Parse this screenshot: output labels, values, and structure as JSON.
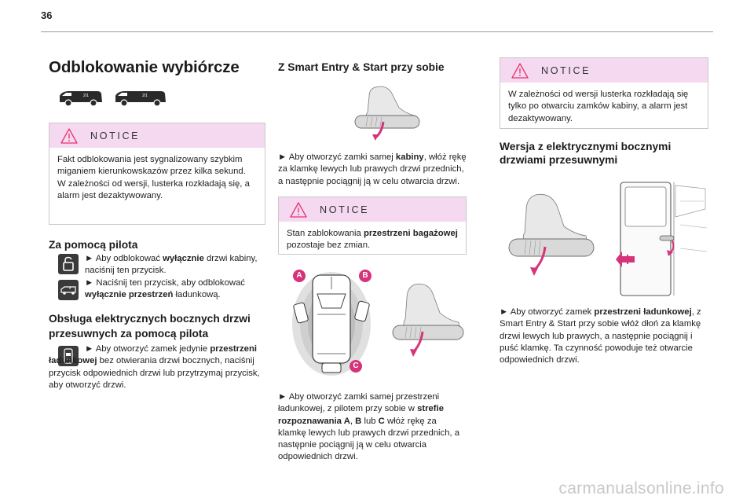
{
  "page": {
    "number": "36",
    "footer_url": "carmanualsonline.info"
  },
  "col1": {
    "title": "Odblokowanie wybiórcze",
    "notice1": {
      "heading": "NOTICE",
      "line1": "Fakt odblokowania jest sygnalizowany szybkim miganiem kierunkowskazów przez kilka sekund.",
      "line2": "W zależności od wersji, lusterka rozkładają się, a alarm jest dezaktywowany."
    },
    "remote": {
      "heading": "Za pomocą pilota",
      "item1": {
        "pre": "► Aby odblokować ",
        "bold": "wyłącznie",
        "post": " drzwi kabiny, naciśnij ten przycisk."
      },
      "item2": {
        "pre": "► Naciśnij ten przycisk, aby odblokować ",
        "bold": "wyłącznie przestrzeń",
        "post": " ładunkową."
      }
    },
    "sliding": {
      "heading": "Obsługa elektrycznych bocznych drzwi przesuwnych za pomocą pilota",
      "text": {
        "pre": "► Aby otworzyć zamek jedynie ",
        "bold": "przestrzeni ładunkowej",
        "post": " bez otwierania drzwi bocznych, naciśnij przycisk odpowiednich drzwi lub przytrzymaj przycisk, aby otworzyć drzwi."
      }
    }
  },
  "col2": {
    "heading": "Z Smart Entry & Start przy sobie",
    "para1": {
      "pre": "► Aby otworzyć zamki samej ",
      "bold": "kabiny",
      "post": ", włóż rękę za klamkę lewych lub prawych drzwi przednich, a następnie pociągnij ją w celu otwarcia drzwi."
    },
    "notice2": {
      "heading": "NOTICE",
      "pre": "Stan zablokowania ",
      "bold": "przestrzeni bagażowej",
      "post": " pozostaje bez zmian."
    },
    "zones": {
      "a": "A",
      "b": "B",
      "c": "C"
    },
    "para2": {
      "t1": "► Aby otworzyć zamki samej przestrzeni ładunkowej, z pilotem przy sobie w ",
      "b1": "strefie rozpoznawania A",
      "t2": ", ",
      "b2": "B",
      "t3": " lub ",
      "b3": "C",
      "t4": " włóż rękę za klamkę lewych lub prawych drzwi przednich, a następnie pociągnij ją w celu otwarcia odpowiednich drzwi."
    }
  },
  "col3": {
    "notice3": {
      "heading": "NOTICE",
      "text": "W zależności od wersji lusterka rozkładają się tylko po otwarciu zamków kabiny, a alarm jest dezaktywowany."
    },
    "heading": "Wersja z elektrycznymi bocznymi drzwiami przesuwnymi",
    "para": {
      "pre": "► Aby otworzyć zamek ",
      "bold": "przestrzeni ładunkowej",
      "post": ", z Smart Entry & Start przy sobie włóż dłoń za klamkę drzwi lewych lub prawych, a następnie pociągnij i puść klamkę. Ta czynność powoduje też otwarcie odpowiednich drzwi."
    }
  },
  "colors": {
    "notice_header": "#f4d9f0",
    "warning_icon": "#e8326f",
    "zone_badge": "#d6337a",
    "arrow": "#d6337a"
  }
}
